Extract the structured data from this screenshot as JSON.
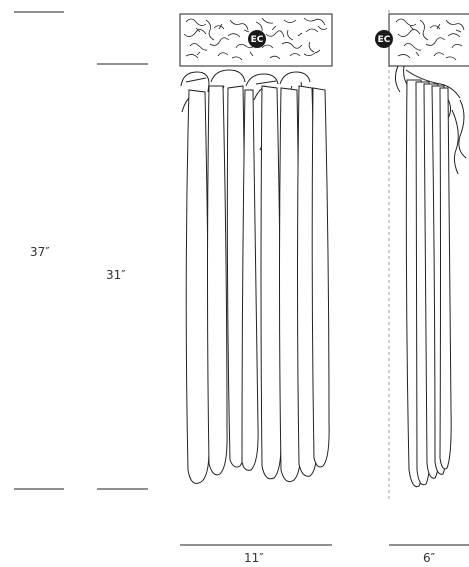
{
  "dimensions": {
    "overall_height": "37″",
    "fixture_height": "31″",
    "width_front": "11″",
    "depth_side": "6″"
  },
  "badge": {
    "front_label": "EC",
    "side_label": "EC"
  },
  "colors": {
    "line": "#222222",
    "badge": "#1a1a1a",
    "centerline": "#888888"
  }
}
